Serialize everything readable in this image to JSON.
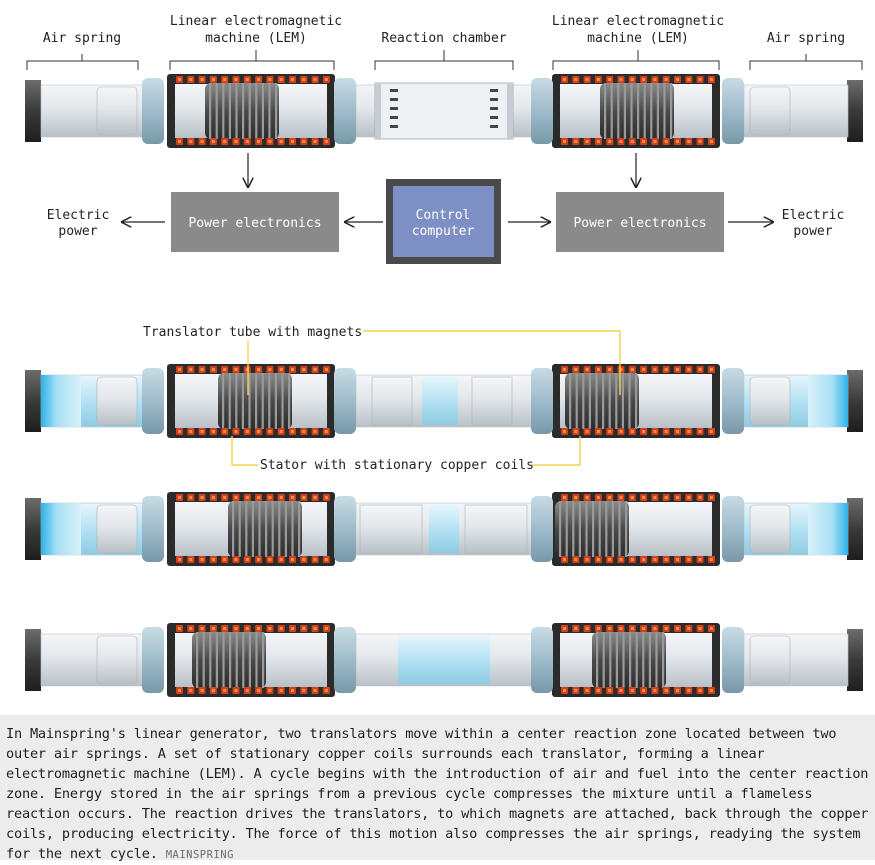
{
  "labels": {
    "air_spring_left": "Air spring",
    "lem_left": [
      "Linear electromagnetic",
      "machine (LEM)"
    ],
    "reaction_chamber": "Reaction chamber",
    "lem_right": [
      "Linear electromagnetic",
      "machine (LEM)"
    ],
    "air_spring_right": "Air spring",
    "electric_power_left": [
      "Electric",
      "power"
    ],
    "power_electronics_left": "Power electronics",
    "control_computer": [
      "Control",
      "computer"
    ],
    "power_electronics_right": "Power electronics",
    "electric_power_right": [
      "Electric",
      "power"
    ],
    "translator_callout": "Translator tube with magnets",
    "stator_callout": "Stator with stationary copper coils"
  },
  "caption": {
    "text": "In Mainspring's linear generator, two translators move within a center reaction zone located between two outer air springs. A set of stationary copper coils surrounds each translator, forming a linear electromagnetic machine (LEM). A cycle begins with the introduction of air and fuel into the center reaction zone. Energy stored in the air springs from a previous cycle compresses the mixture until a flameless reaction occurs. The reaction drives the translators, to which magnets are attached, back through the copper coils, producing electricity. The force of this motion also compresses the air springs, readying the system for the next cycle.",
    "credit": "MAINSPRING"
  },
  "colors": {
    "tube": "#dfe3e8",
    "collar": "#a9c3cf",
    "stator": "#2b2b2b",
    "coil": "#d0421b",
    "magnet": "#555555",
    "box_gray": "#8a8a8a",
    "box_blue": "#7d8fc4",
    "air_blue": "#bfe6f5",
    "callout_yellow": "#f2d44e"
  }
}
